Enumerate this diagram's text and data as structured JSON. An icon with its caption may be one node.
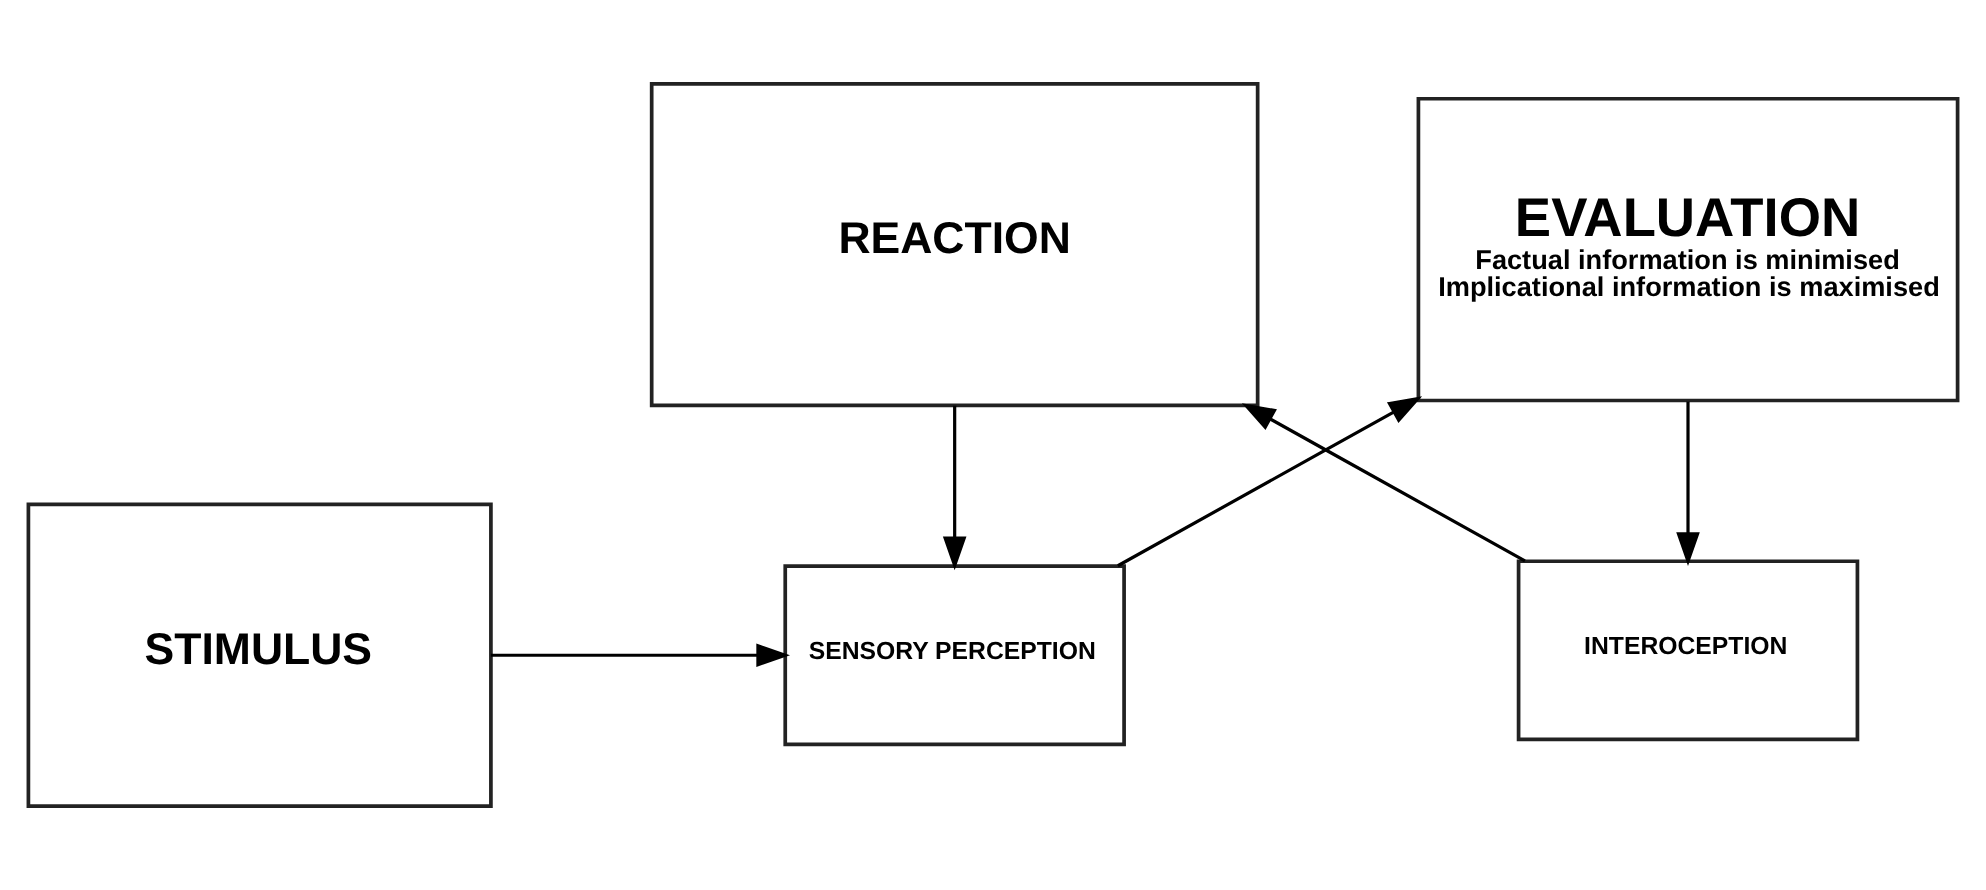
{
  "diagram": {
    "nodes": [
      {
        "text": [
          "STIMULUS"
        ]
      },
      {
        "text": [
          "SENSORY PERCEPTION"
        ]
      },
      {
        "text": [
          "EVALUATION",
          "Factual information is minimised",
          "Implicational information is maximised"
        ]
      },
      {
        "text": [
          "INTEROCEPTION"
        ]
      },
      {
        "text": [
          "REACTION"
        ]
      }
    ],
    "edges": [
      {
        "from": 0,
        "to": 1,
        "arrow": "to"
      },
      {
        "from": 1,
        "to": 2,
        "arrow": "to"
      },
      {
        "from": 2,
        "to": 3,
        "arrow": "to"
      },
      {
        "from": 3,
        "to": 4,
        "arrow": "to"
      },
      {
        "from": 4,
        "to": 1,
        "arrow": "to"
      }
    ]
  }
}
